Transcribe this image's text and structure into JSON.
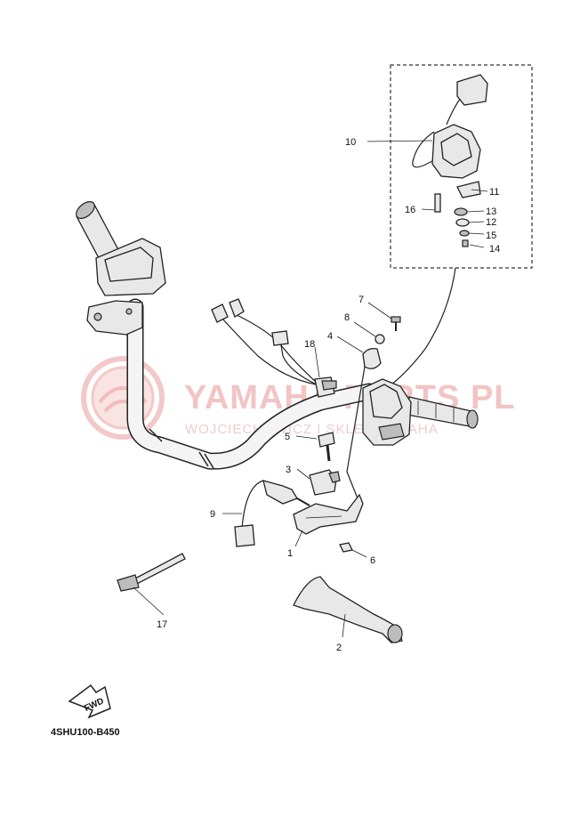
{
  "diagram": {
    "code": "4SHU100-B450",
    "fwd_label": "FWD",
    "watermark": {
      "main": "YAMAHA PARTS PL",
      "sub": "WOJCIECHOWICZ I SKLEP YAMAHA"
    },
    "callouts": {
      "c1": "1",
      "c2": "2",
      "c3": "3",
      "c4": "4",
      "c5": "5",
      "c6": "6",
      "c7": "7",
      "c8": "8",
      "c9": "9",
      "c10": "10",
      "c11": "11",
      "c12": "12",
      "c13": "13",
      "c14": "14",
      "c15": "15",
      "c16": "16",
      "c17": "17",
      "c18": "18"
    }
  }
}
